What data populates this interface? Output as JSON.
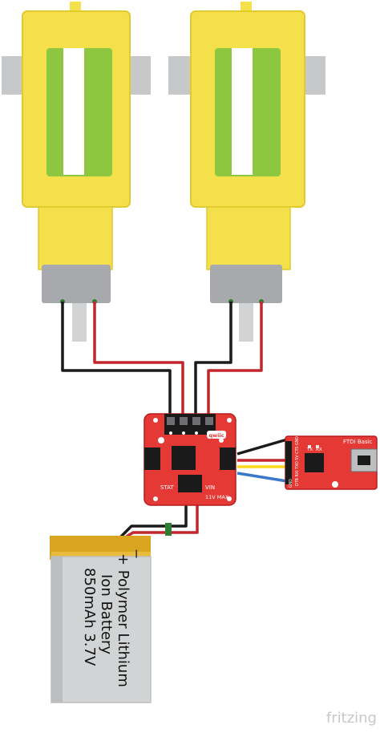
{
  "battery": {
    "line1": "+ Polymer Lithium",
    "line2": "Ion Battery",
    "line3": "850mAh 3.7V",
    "minus_mark": "−"
  },
  "driver_board": {
    "qwiic_label": "qwiic",
    "stat_label": "STAT",
    "vin_label": "VIN",
    "max_label": "11V MAX"
  },
  "ftdi_board": {
    "title": "FTDI Basic",
    "tx_label": "TX",
    "rx_label": "RX",
    "pin_labels": "DTR RXI TXO 5V CTS GND",
    "bottom_label": "GND"
  },
  "watermark": {
    "text": "fritzing"
  },
  "colors": {
    "motor_body": "#f4e04a",
    "motor_window": "#8dc63f",
    "gearbox": "#a7a9ac",
    "sparkfun_red": "#e53935",
    "wire_red": "#c1272d",
    "wire_black": "#1a1a1a",
    "wire_yellow": "#f9d71c",
    "wire_blue": "#3a78c9",
    "battery_gold": "#d9a521",
    "battery_body": "#d1d3d4"
  }
}
